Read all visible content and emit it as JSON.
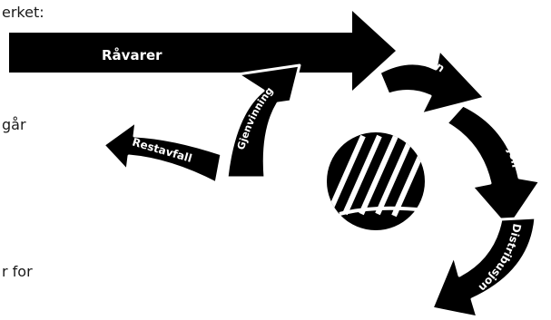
{
  "page": {
    "text_fragments": [
      "erket:",
      "går",
      "r for"
    ]
  },
  "diagram": {
    "labels": {
      "raw_materials": "Råvarer",
      "design": "Design",
      "production": "Produksjon",
      "distribution": "Distribusjon",
      "recycling": "Gjenvinning",
      "residual_waste": "Restavfall"
    },
    "fill_color": "#000000",
    "label_color": "#ffffff"
  }
}
